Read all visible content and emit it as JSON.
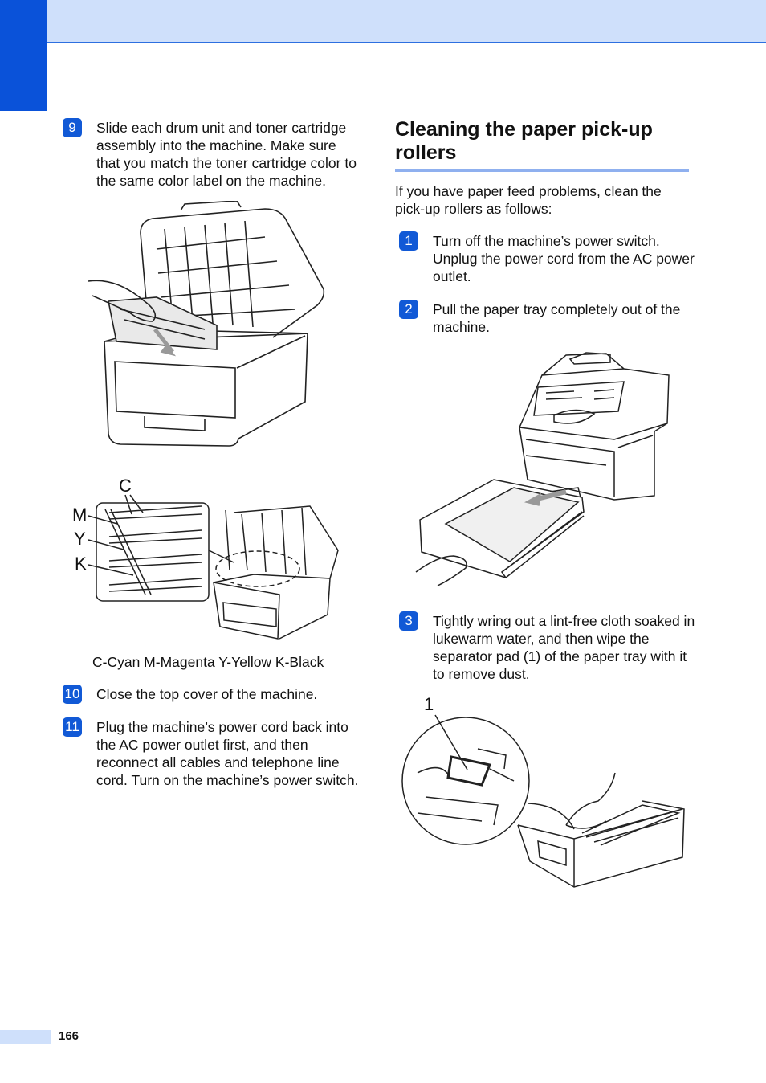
{
  "page": {
    "number": "166"
  },
  "left": {
    "steps": [
      {
        "num": "9",
        "text": "Slide each drum unit and toner cartridge assembly into the machine. Make sure that you match the toner cartridge color to the same color label on the machine."
      },
      {
        "num": "10",
        "text": "Close the top cover of the machine."
      },
      {
        "num": "11",
        "text": "Plug the machine’s power cord back into the AC power outlet first, and then reconnect all cables and telephone line cord. Turn on the machine’s power switch."
      }
    ],
    "color_labels": [
      "C",
      "M",
      "Y",
      "K"
    ],
    "legend": "C-Cyan M-Magenta Y-Yellow K-Black"
  },
  "right": {
    "title": "Cleaning the paper pick-up rollers",
    "intro": "If you have paper feed problems, clean the pick-up rollers as follows:",
    "steps": [
      {
        "num": "1",
        "text": "Turn off the machine’s power switch. Unplug the power cord from the AC power outlet."
      },
      {
        "num": "2",
        "text": "Pull the paper tray completely out of the machine."
      },
      {
        "num": "3",
        "text": "Tightly wring out a lint-free cloth soaked in lukewarm water, and then wipe the separator pad (1) of the paper tray with it to remove dust."
      }
    ],
    "callout_label": "1"
  },
  "colors": {
    "accent": "#0a52d9",
    "band": "#cfe0fb",
    "rule": "#8fb0ef"
  }
}
